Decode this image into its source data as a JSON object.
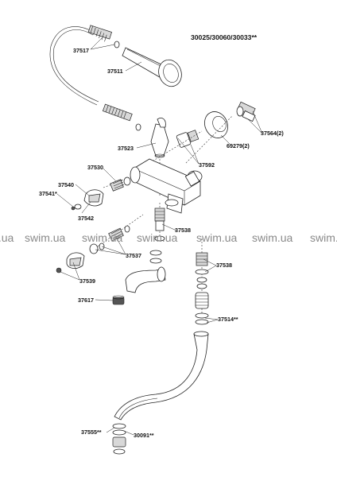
{
  "title": "30025/30060/30033**",
  "watermark": [
    "swim.ua",
    "swim.ua",
    "swim.ua",
    "swim.ua",
    "swim.ua",
    "swim.ua",
    "swim.ua"
  ],
  "parts": {
    "p37517": "37517",
    "p37511": "37511",
    "p37564": "37564(2)",
    "p69279": "69279(2)",
    "p37523": "37523",
    "p37592": "37592",
    "p37530": "37530",
    "p37540": "37540",
    "p37541": "37541*",
    "p37542": "37542",
    "p37538a": "37538",
    "p37537": "37537",
    "p37538b": "37538",
    "p37539": "37539",
    "p37617": "37617",
    "p37514": "37514**",
    "p37555": "37555**",
    "p30091": "30091**"
  }
}
